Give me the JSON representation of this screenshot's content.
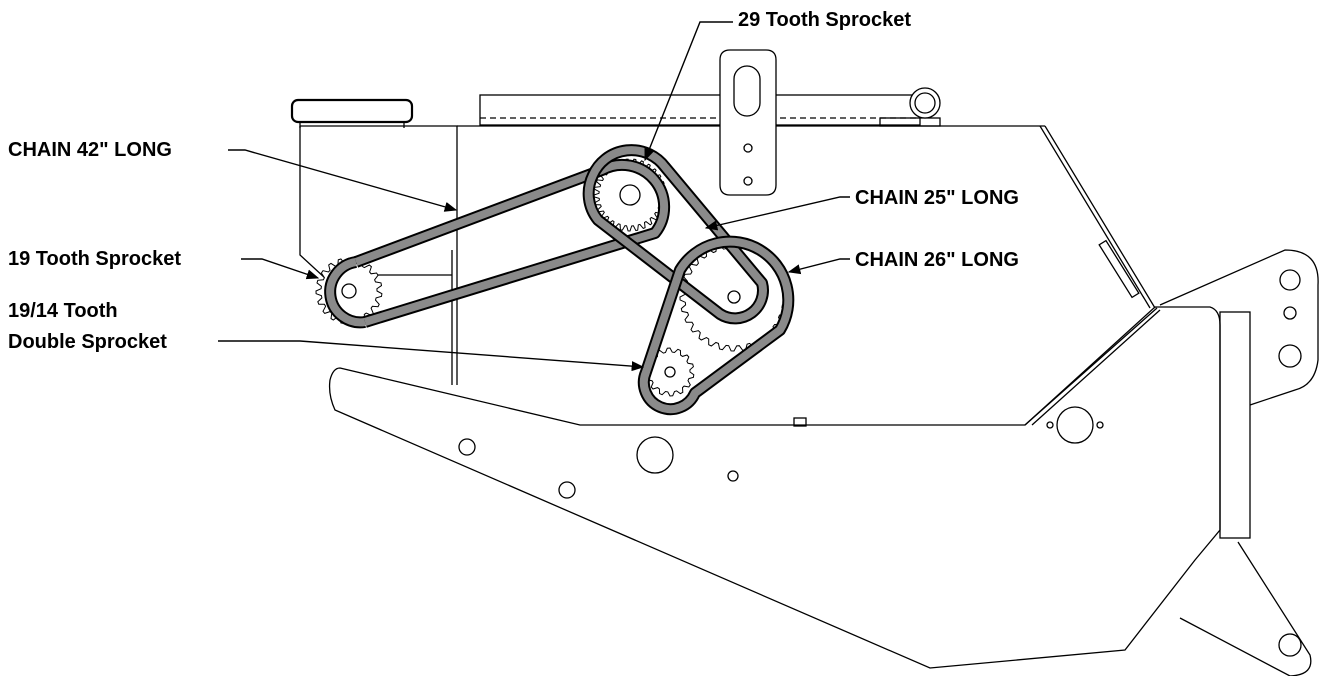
{
  "labels": {
    "sprocket_29": "29 Tooth Sprocket",
    "chain_42": "CHAIN 42\" LONG",
    "chain_25": "CHAIN 25\" LONG",
    "chain_26": "CHAIN 26\" LONG",
    "sprocket_19": "19 Tooth Sprocket",
    "double_line1": "19/14 Tooth",
    "double_line2": "Double Sprocket"
  },
  "colors": {
    "line": "#000000",
    "chain_fill": "#8a8a8a",
    "background": "#ffffff"
  }
}
